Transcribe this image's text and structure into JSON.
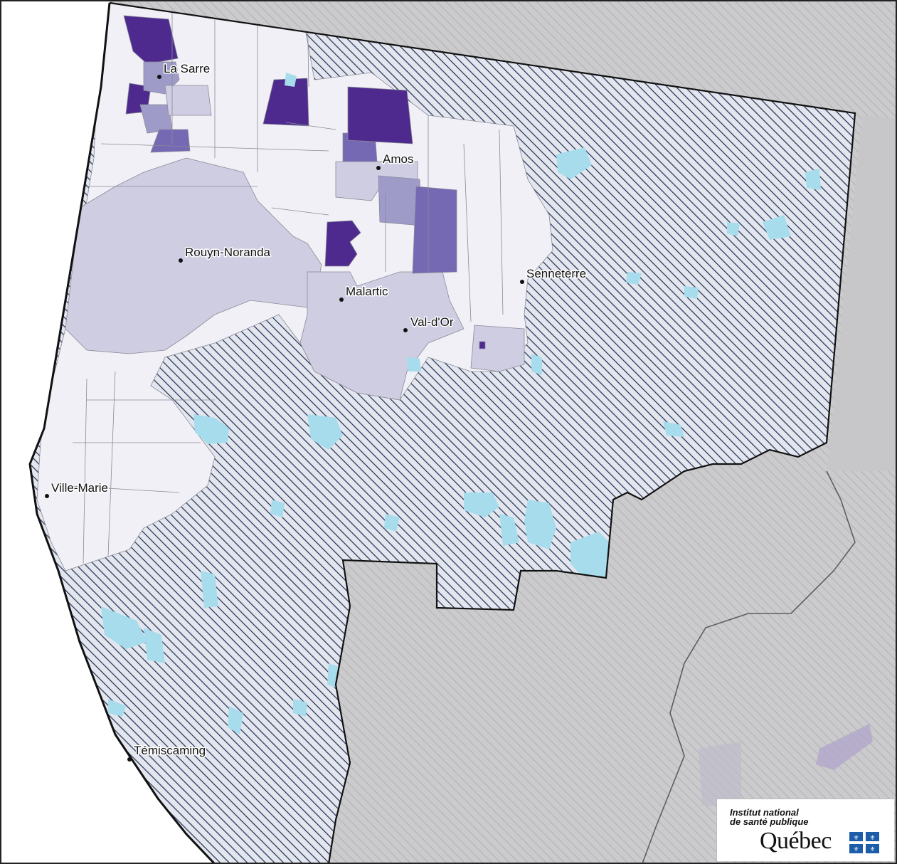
{
  "map": {
    "colors": {
      "hatch_stroke": "#2a3a5e",
      "hatch_background": "#e4e6ee",
      "outside_grey": "#c9c9cb",
      "outside_hatch": "#a9a9ad",
      "water": "#a6dcec",
      "muni_class_1": "#f1f0f6",
      "muni_class_2": "#cfcde2",
      "muni_class_3": "#9f9bc9",
      "muni_class_4": "#7569b3",
      "muni_class_5": "#4e2a8f",
      "region_border": "#111111"
    },
    "cities": [
      {
        "name": "La Sarre"
      },
      {
        "name": "Amos"
      },
      {
        "name": "Rouyn-Noranda"
      },
      {
        "name": "Malartic"
      },
      {
        "name": "Senneterre"
      },
      {
        "name": "Val-d'Or"
      },
      {
        "name": "Ville-Marie"
      },
      {
        "name": "Témiscaming"
      }
    ]
  },
  "logo": {
    "line1": "Institut national",
    "line2": "de santé publique",
    "wordmark": "Québec",
    "flag_color": "#1d5ca8"
  }
}
